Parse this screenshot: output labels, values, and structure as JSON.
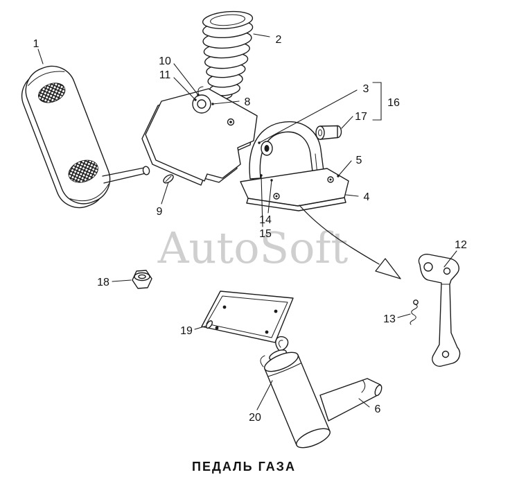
{
  "watermark": "AutoSoft",
  "caption": "ПЕДАЛЬ ГАЗА",
  "callouts": {
    "n1": "1",
    "n2": "2",
    "n3": "3",
    "n4": "4",
    "n5": "5",
    "n6": "6",
    "n8": "8",
    "n9": "9",
    "n10": "10",
    "n11": "11",
    "n12": "12",
    "n13": "13",
    "n14": "14",
    "n15": "15",
    "n16": "16",
    "n17": "17",
    "n18": "18",
    "n19": "19",
    "n20": "20"
  },
  "colors": {
    "line": "#1b1b1b",
    "watermark": "#a8a8a8",
    "background": "#ffffff"
  }
}
